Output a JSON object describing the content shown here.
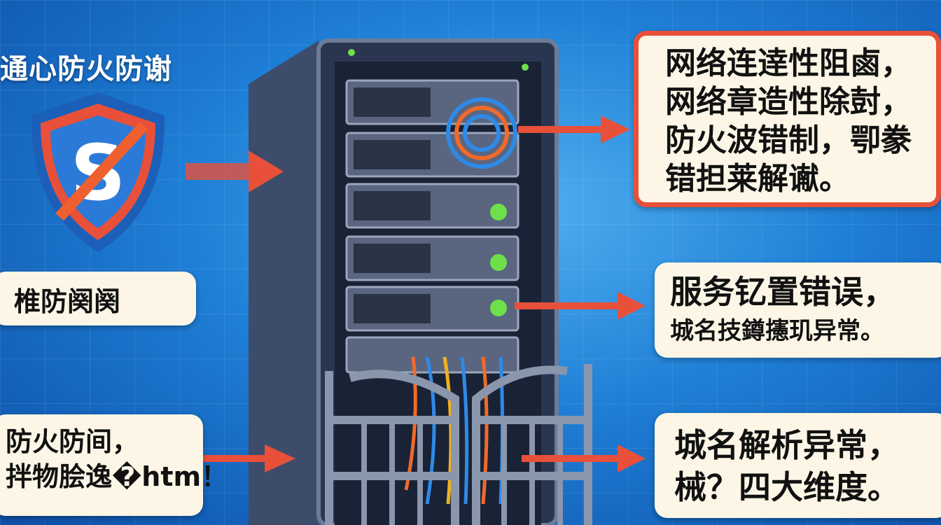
{
  "title": "通心防火防谢",
  "shield_icon": "shield-s-prohibited-icon",
  "left_boxes": [
    {
      "lines": [
        "椎防阕阕"
      ]
    },
    {
      "lines": [
        "防火防间，",
        "拌物脍逸�htm！"
      ]
    }
  ],
  "right_boxes": [
    {
      "lines": [
        "网络连逹性阻鹵，",
        "网络章造性除尌，",
        "防火波错制，卾豢",
        "错担莱解谳。"
      ]
    },
    {
      "lines": [
        "服务钇置错误，",
        "城名技鐏攇玑异常。"
      ]
    },
    {
      "lines": [
        "城名解析异常，",
        "械？四大维度。"
      ]
    }
  ],
  "colors": {
    "arrow": "#e8503a",
    "box_bg": "#fdf6e6",
    "box_border_alert": "#e8503a",
    "rack": "#3a4a66",
    "led": "#6ee04a"
  }
}
